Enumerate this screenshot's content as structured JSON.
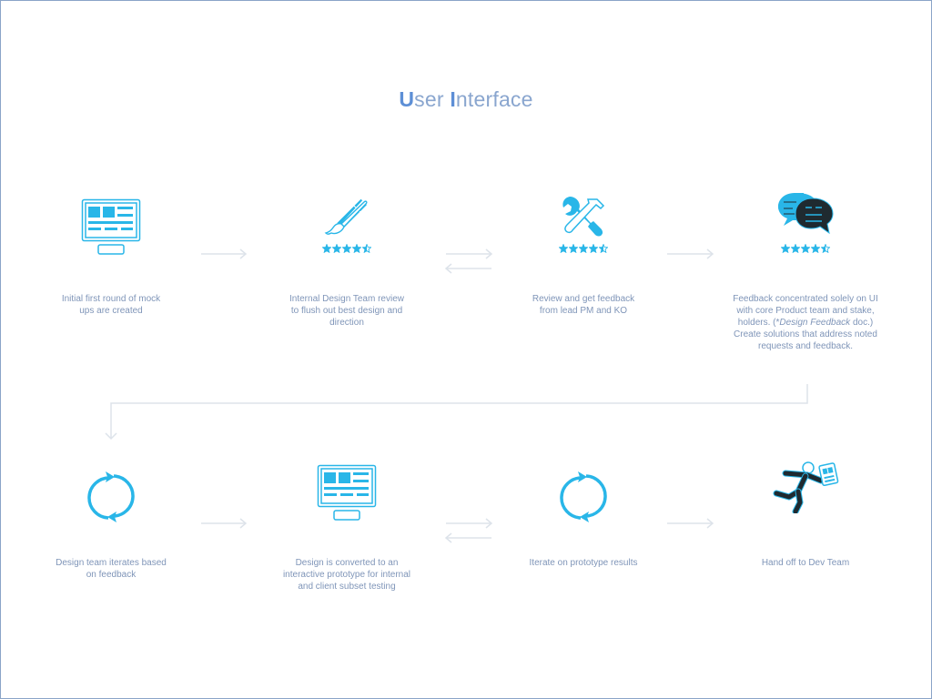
{
  "title": {
    "first_initial": "U",
    "first_rest": "ser ",
    "second_initial": "I",
    "second_rest": "nterface"
  },
  "colors": {
    "accent": "#29b6e8",
    "dark": "#1f2a30",
    "arrow": "#dde3ea",
    "text": "#7f95b8",
    "title": "#8aa6cf"
  },
  "steps": [
    {
      "icon": "monitor-mockup-icon",
      "rating": null,
      "caption_lines": [
        "Initial first round of mock",
        "ups are created"
      ]
    },
    {
      "icon": "brush-pencil-icon",
      "rating": 4.5,
      "caption_lines": [
        "Internal Design Team review",
        "to flush out best design and",
        "direction"
      ]
    },
    {
      "icon": "wrench-hammer-icon",
      "rating": 4.5,
      "caption_lines": [
        "Review and get feedback",
        "from lead PM and KO"
      ]
    },
    {
      "icon": "chat-bubbles-icon",
      "rating": 4.5,
      "caption_lines": [
        "Feedback concentrated solely on UI",
        "with core Product team and stake,",
        "holders. (*Design Feedback doc.)",
        "Create solutions that address noted",
        "requests and feedback."
      ]
    },
    {
      "icon": "refresh-cycle-icon",
      "rating": null,
      "caption_lines": [
        "Design team iterates based",
        "on feedback"
      ]
    },
    {
      "icon": "monitor-mockup-icon",
      "rating": null,
      "caption_lines": [
        "Design is converted to an",
        "interactive prototype for internal",
        "and client subset testing"
      ]
    },
    {
      "icon": "refresh-cycle-icon",
      "rating": null,
      "caption_lines": [
        "Iterate on prototype results"
      ]
    },
    {
      "icon": "running-person-handoff-icon",
      "rating": null,
      "caption_lines": [
        "Hand off to Dev Team"
      ]
    }
  ],
  "connectors": [
    {
      "from": 1,
      "to": 2,
      "type": "forward"
    },
    {
      "from": 2,
      "to": 3,
      "type": "bidirectional"
    },
    {
      "from": 3,
      "to": 4,
      "type": "forward"
    },
    {
      "from": 4,
      "to": 5,
      "type": "wrap-down"
    },
    {
      "from": 5,
      "to": 6,
      "type": "forward"
    },
    {
      "from": 6,
      "to": 7,
      "type": "bidirectional"
    },
    {
      "from": 7,
      "to": 8,
      "type": "forward"
    }
  ]
}
